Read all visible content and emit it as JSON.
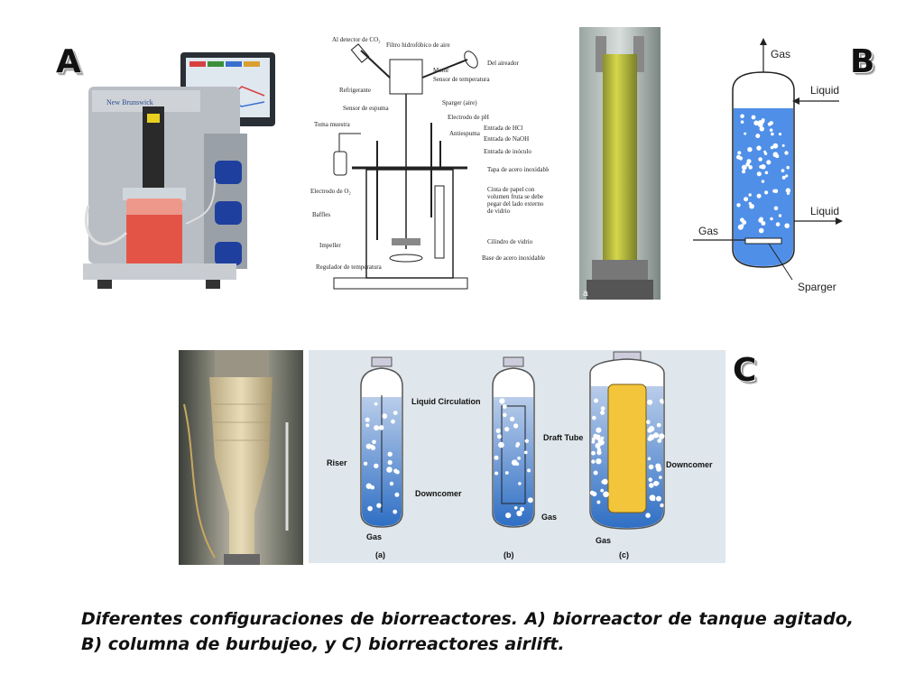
{
  "panel_labels": {
    "a": "A",
    "b": "B",
    "c": "C"
  },
  "schematic_labels": [
    "Al detector de CO₂",
    "Filtro hidrofóbico de aire",
    "Motor",
    "Sensor de temperatura",
    "Del aireador",
    "Refrigerante",
    "Sensor de espuma",
    "Sparger (aire)",
    "Electrodo de pH",
    "Entrada de HCl",
    "Toma muestra",
    "Antiespuma",
    "Entrada de NaOH",
    "Entrada de inóculo",
    "Tapa de acero inoxidable",
    "Electrodo de O₂",
    "Cinta de papel con volumen fruta se debe pegar del lado externo de vidrio",
    "Baffles",
    "Cilindro de vidrio",
    "Impeller",
    "Base de acero inoxidable",
    "Regulador de temperatura"
  ],
  "bubble_column": {
    "gas_out": "Gas",
    "liquid_in": "Liquid",
    "liquid_out": "Liquid",
    "gas_in": "Gas",
    "sparger": "Sparger"
  },
  "photo_label": "a",
  "airlift": {
    "liquid_circulation": "Liquid Circulation",
    "riser": "Riser",
    "downcomer_a": "Downcomer",
    "gas_a": "Gas",
    "label_a": "(a)",
    "draft_tube": "Draft Tube",
    "gas_b": "Gas",
    "label_b": "(b)",
    "downcomer_c": "Downcomer",
    "gas_c": "Gas",
    "label_c": "(c)"
  },
  "caption": "Diferentes configuraciones de biorreactores. A) biorreactor de tanque agitado, B) columna de burbujeo, y C) biorreactores airlift.",
  "colors": {
    "liquid_blue": "#4f8fe8",
    "reactor_red": "#e8483a",
    "algae_green": "#c8cc3a",
    "airlift_bg": "#dfe7ec",
    "draft_yellow": "#f2c53a"
  }
}
